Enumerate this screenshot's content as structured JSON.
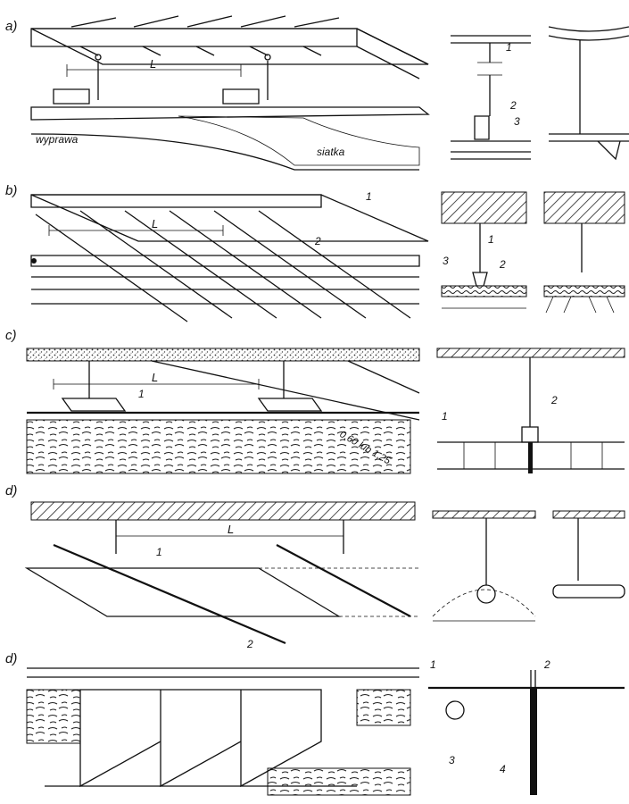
{
  "panels": [
    {
      "id": "a",
      "label": "a)",
      "dim": "L",
      "words": [
        "wyprawa",
        "siatka"
      ],
      "callouts": [
        "1",
        "2",
        "3"
      ]
    },
    {
      "id": "b",
      "label": "b)",
      "dim": "L",
      "callouts": [
        "1",
        "2",
        "3",
        "1",
        "2"
      ]
    },
    {
      "id": "c",
      "label": "c)",
      "dim": "L",
      "callouts": [
        "1",
        "1",
        "2"
      ],
      "note": "0,60 lub 1,25"
    },
    {
      "id": "d1",
      "label": "d)",
      "dim": "L",
      "callouts": [
        "1",
        "2"
      ]
    },
    {
      "id": "d2",
      "label": "d)",
      "callouts": [
        "1",
        "2",
        "3",
        "4"
      ]
    }
  ]
}
